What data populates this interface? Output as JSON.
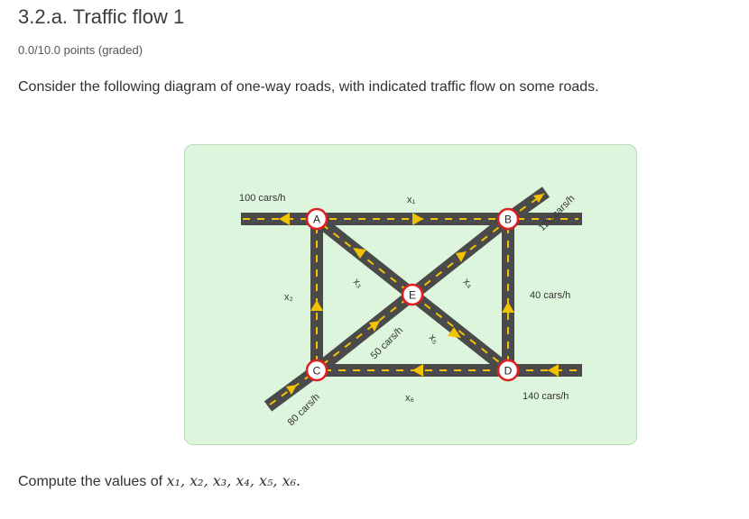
{
  "header": {
    "title": "3.2.a. Traffic flow 1",
    "points": "0.0/10.0 points (graded)"
  },
  "question": "Consider the following diagram of one-way roads, with indicated traffic flow on some roads.",
  "diagram": {
    "nodes": {
      "A": "A",
      "B": "B",
      "C": "C",
      "D": "D",
      "E": "E"
    },
    "labels": {
      "flow_in_top_left": "100 cars/h",
      "flow_out_top_right": "120 cars/h",
      "flow_right_bd": "40 cars/h",
      "flow_out_bottom_right": "140 cars/h",
      "flow_in_bottom_left": "80 cars/h",
      "flow_center_ce": "50 cars/h",
      "x1": "x₁",
      "x2": "x₂",
      "x3": "x₃",
      "x4": "x₄",
      "x5": "x₅",
      "x6": "x₆"
    },
    "colors": {
      "panel_bg": "#dcf5dc",
      "road": "#4a4a4a",
      "road_dash": "#f2c200",
      "arrow": "#f2c200",
      "node_fill": "#ffffff",
      "node_border": "#e02020"
    }
  },
  "compute": {
    "prefix": "Compute the values of ",
    "variables": "x₁, x₂, x₃, x₄, x₅, x₆."
  }
}
